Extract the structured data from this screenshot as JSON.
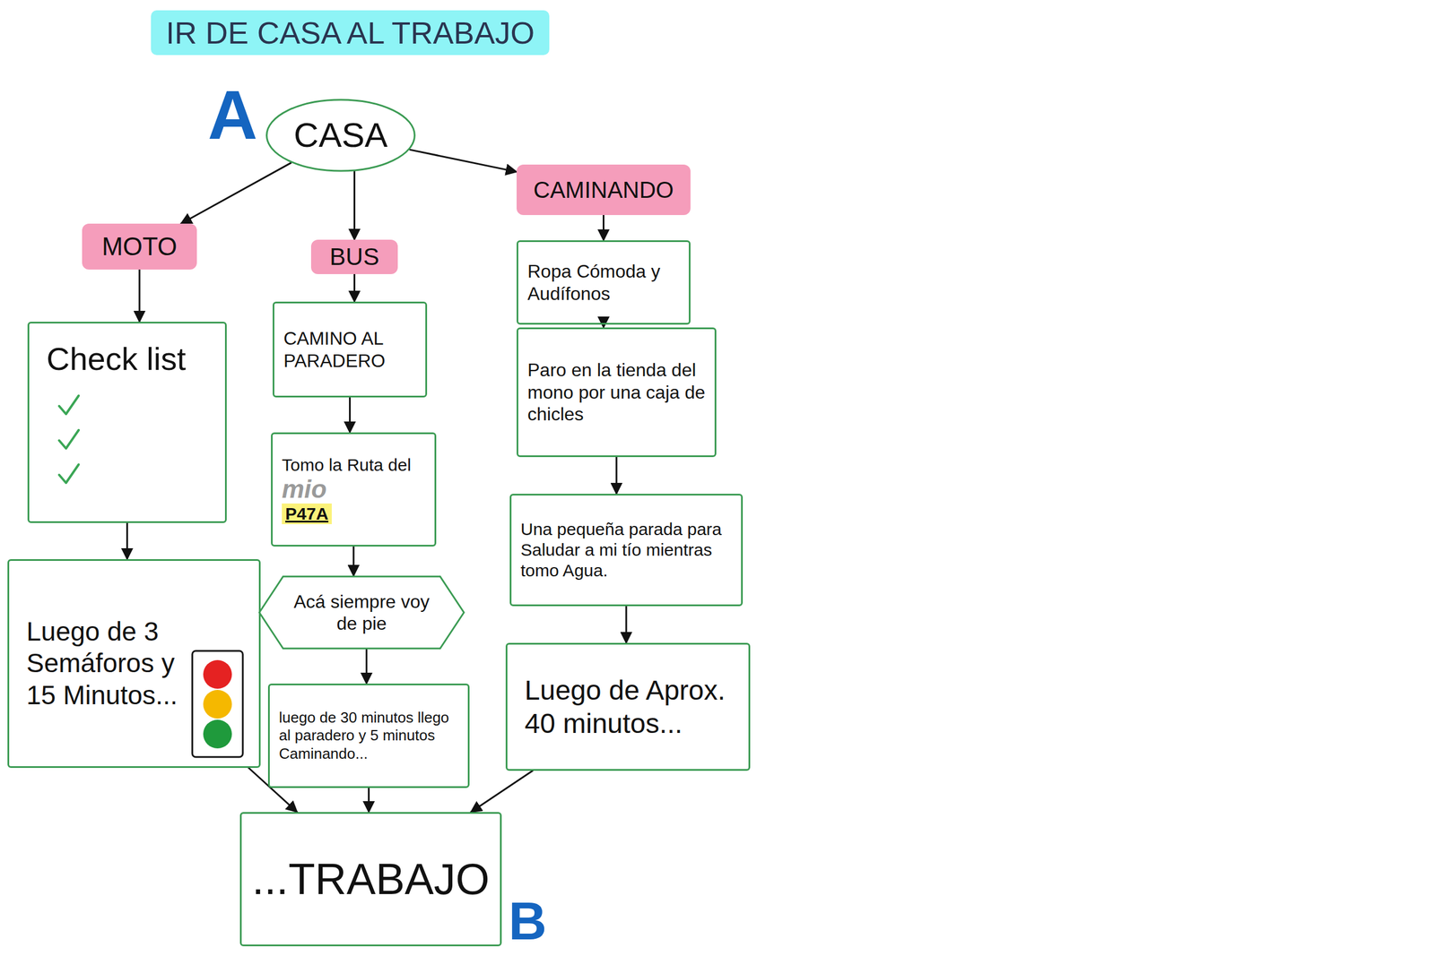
{
  "diagram": {
    "title": "IR DE CASA AL TRABAJO",
    "nodes": [
      {
        "text": [
          "CASA"
        ]
      },
      {
        "text": [
          "MOTO"
        ]
      },
      {
        "text": [
          "BUS"
        ]
      },
      {
        "text": [
          "CAMINANDO"
        ]
      },
      {
        "text": [
          "Ropa Cómoda y Audífonos"
        ]
      },
      {
        "text": [
          "CAMINO AL PARADERO"
        ]
      },
      {
        "text": [
          "Check list"
        ]
      },
      {
        "text": [
          "Paro en la tienda del mono por una caja de chicles"
        ]
      },
      {
        "text": [
          "Tomo la Ruta del",
          "mio",
          "P47A"
        ]
      },
      {
        "text": [
          "Una pequeña parada para Saludar a mi tío mientras tomo Agua."
        ]
      },
      {
        "text": [
          "Luego de 3 Semáforos y 15 Minutos..."
        ]
      },
      {
        "text": [
          "Acá siempre voy de pie"
        ]
      },
      {
        "text": [
          "Luego de Aprox. 40 minutos..."
        ]
      },
      {
        "text": [
          "luego de 30 minutos llego al paradero y 5 minutos Caminando..."
        ]
      },
      {
        "text": [
          "...TRABAJO"
        ]
      }
    ],
    "edges": [
      {
        "from": 0,
        "to": 1,
        "arrow": "to"
      },
      {
        "from": 0,
        "to": 2,
        "arrow": "to"
      },
      {
        "from": 0,
        "to": 3,
        "arrow": "to"
      },
      {
        "from": 1,
        "to": 6,
        "arrow": "to"
      },
      {
        "from": 6,
        "to": 10,
        "arrow": "to"
      },
      {
        "from": 10,
        "to": 14,
        "arrow": "to"
      },
      {
        "from": 2,
        "to": 5,
        "arrow": "to"
      },
      {
        "from": 5,
        "to": 8,
        "arrow": "to"
      },
      {
        "from": 8,
        "to": 11,
        "arrow": "to"
      },
      {
        "from": 11,
        "to": 13,
        "arrow": "to"
      },
      {
        "from": 13,
        "to": 14,
        "arrow": "to"
      },
      {
        "from": 3,
        "to": 4,
        "arrow": "to"
      },
      {
        "from": 4,
        "to": 7,
        "arrow": "to"
      },
      {
        "from": 7,
        "to": 9,
        "arrow": "to"
      },
      {
        "from": 9,
        "to": 12,
        "arrow": "to"
      },
      {
        "from": 12,
        "to": 14,
        "arrow": "to"
      }
    ],
    "labels": [
      "A",
      "B"
    ]
  }
}
